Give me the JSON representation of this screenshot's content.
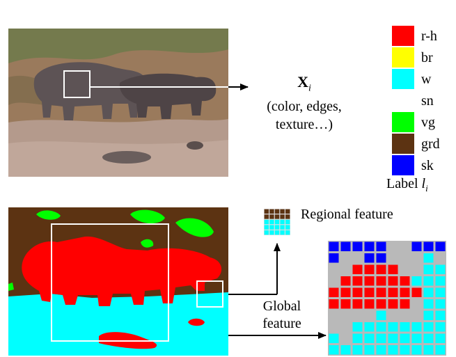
{
  "feature": {
    "symbol": "X",
    "subscript": "i",
    "line1": "(color, edges,",
    "line2": "texture…)"
  },
  "legend": {
    "items": [
      {
        "label": "r-h",
        "color": "#ff0000"
      },
      {
        "label": "br",
        "color": "#ffff00"
      },
      {
        "label": "w",
        "color": "#00ffff"
      },
      {
        "label": "sn",
        "color": "#ffffff"
      },
      {
        "label": "vg",
        "color": "#00ff00"
      },
      {
        "label": "grd",
        "color": "#5c3312"
      },
      {
        "label": "sk",
        "color": "#0000ff"
      }
    ],
    "caption_text": "Label ",
    "caption_var": "l",
    "caption_sub": "i"
  },
  "regional": {
    "label": "Regional feature",
    "colors": [
      "#5c3312",
      "#00ffff"
    ]
  },
  "global": {
    "line1": "Global",
    "line2": "feature"
  },
  "grid": {
    "gap_color": "#b9b9b9",
    "palette": {
      "B": "#0000ff",
      "R": "#ff0000",
      "C": "#00ffff",
      "G": "#b9b9b9"
    },
    "rows": [
      "BBBBBGGBBB",
      "BGGBBGGGCG",
      "GGRRRRGGCC",
      "GRRRRRRCCC",
      "RRRRRRRRCC",
      "RRRRRRRGCC",
      "GGGGCGGGCC",
      "GGCCCCCCCC",
      "CGCCCCCCCC",
      "CCCCCCCCCC"
    ]
  },
  "photo_colors": {
    "ground": "#9a7a5c",
    "vegetation": "#6d7a4a",
    "water": "#b49a8c",
    "hippo": "#5d5355"
  },
  "seg_colors": {
    "ground": "#5c3312",
    "water": "#00ffff",
    "hippo": "#ff0000",
    "vegetation": "#00ff00"
  }
}
